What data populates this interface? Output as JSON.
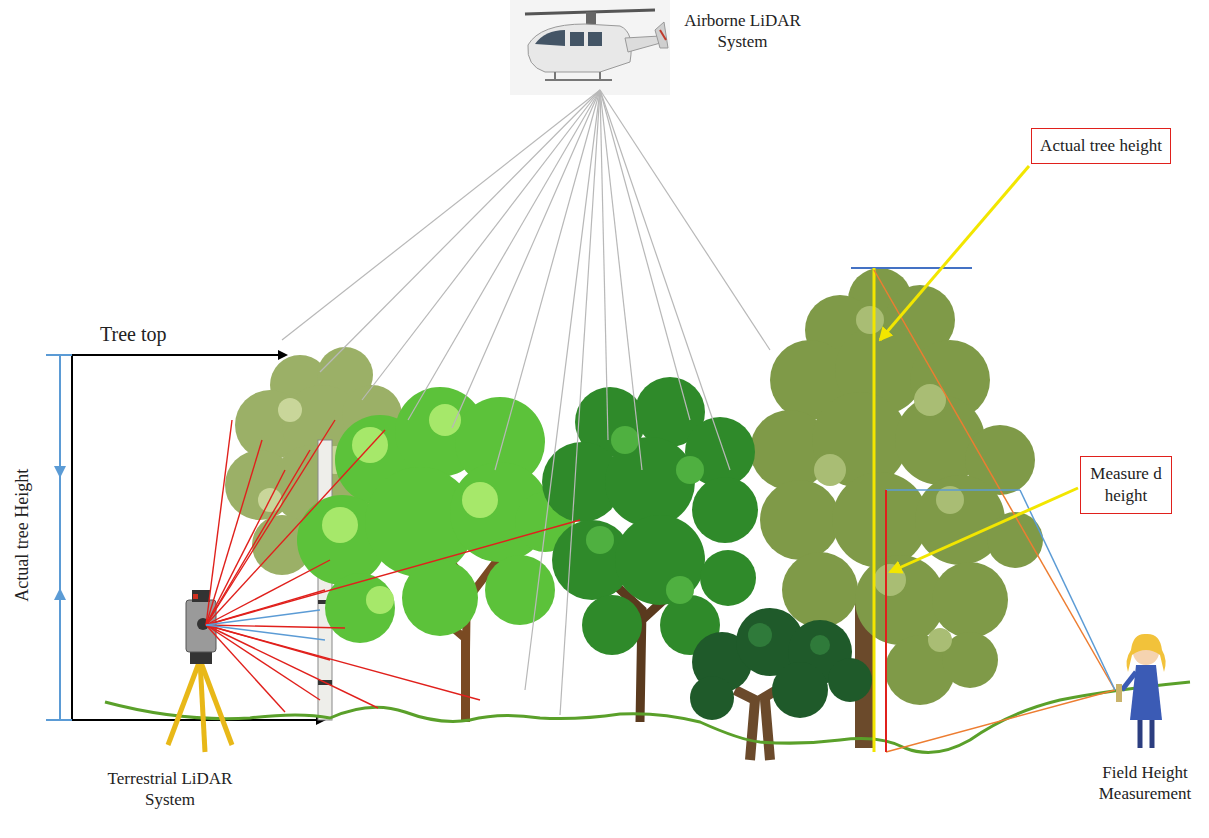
{
  "diagram": {
    "nodes": [
      {
        "text": [
          "Actual tree height"
        ]
      },
      {
        "text": [
          "Measure d height"
        ]
      }
    ],
    "labels": [
      "Airborne LiDAR System",
      "Tree top",
      "Actual tree Height",
      "Terrestrial LiDAR System",
      "Field Height Measurement"
    ]
  }
}
